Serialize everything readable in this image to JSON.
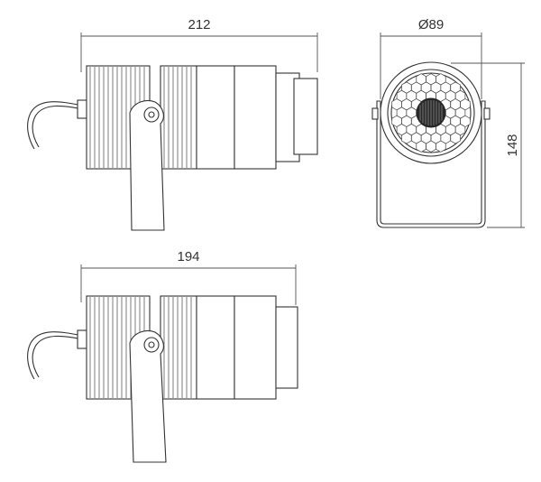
{
  "dimensions": {
    "top_length": "212",
    "diameter": "Ø89",
    "height": "148",
    "bottom_length": "194"
  }
}
